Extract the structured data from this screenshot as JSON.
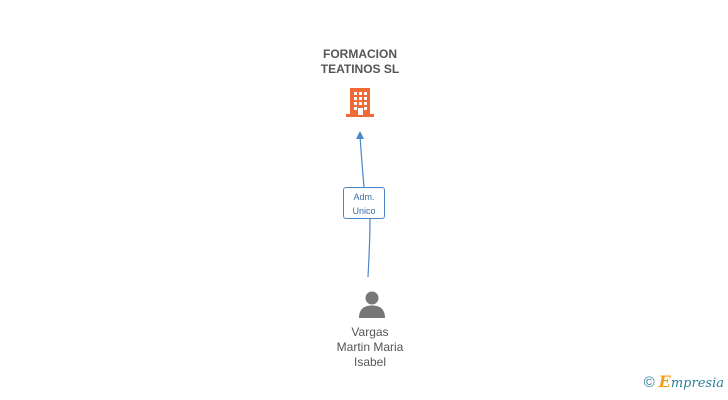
{
  "company": {
    "name_line1": "FORMACION",
    "name_line2": "TEATINOS SL",
    "icon": "building-icon",
    "icon_color": "#f06a35"
  },
  "relation": {
    "role_line1": "Adm.",
    "role_line2": "Unico",
    "line_color": "#4a86c8"
  },
  "person": {
    "name_line1": "Vargas",
    "name_line2": "Martin Maria",
    "name_line3": "Isabel",
    "icon": "person-icon",
    "icon_color": "#777777"
  },
  "footer": {
    "copyright_symbol": "©",
    "brand_initial": "E",
    "brand_rest": "mpresia",
    "brand_color": "#2e7d9c",
    "initial_color": "#f0a020"
  }
}
